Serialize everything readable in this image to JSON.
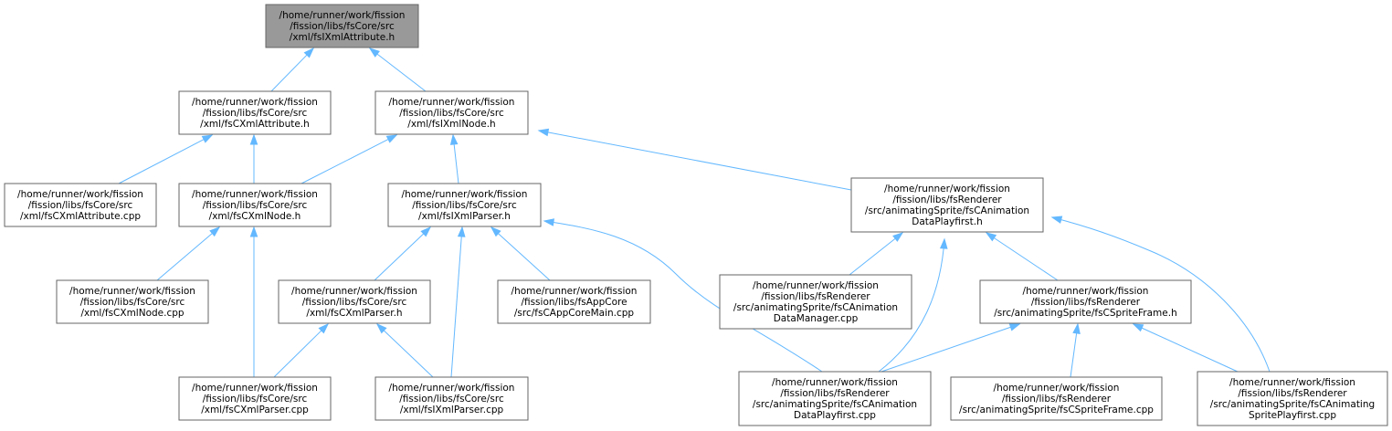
{
  "diagram": {
    "nodes": [
      {
        "id": "n0",
        "root": true,
        "lines": [
          "/home/runner/work/fission",
          "/fission/libs/fsCore/src",
          "/xml/fsIXmlAttribute.h"
        ]
      },
      {
        "id": "n1",
        "lines": [
          "/home/runner/work/fission",
          "/fission/libs/fsCore/src",
          "/xml/fsCXmlAttribute.h"
        ]
      },
      {
        "id": "n2",
        "lines": [
          "/home/runner/work/fission",
          "/fission/libs/fsCore/src",
          "/xml/fsIXmlNode.h"
        ]
      },
      {
        "id": "n3",
        "lines": [
          "/home/runner/work/fission",
          "/fission/libs/fsCore/src",
          "/xml/fsCXmlAttribute.cpp"
        ]
      },
      {
        "id": "n4",
        "lines": [
          "/home/runner/work/fission",
          "/fission/libs/fsCore/src",
          "/xml/fsCXmlNode.h"
        ]
      },
      {
        "id": "n5",
        "lines": [
          "/home/runner/work/fission",
          "/fission/libs/fsCore/src",
          "/xml/fsIXmlParser.h"
        ]
      },
      {
        "id": "n6",
        "lines": [
          "/home/runner/work/fission",
          "/fission/libs/fsRenderer",
          "/src/animatingSprite/fsCAnimation",
          "DataPlayfirst.h"
        ]
      },
      {
        "id": "n7",
        "lines": [
          "/home/runner/work/fission",
          "/fission/libs/fsCore/src",
          "/xml/fsCXmlNode.cpp"
        ]
      },
      {
        "id": "n8",
        "lines": [
          "/home/runner/work/fission",
          "/fission/libs/fsCore/src",
          "/xml/fsCXmlParser.h"
        ]
      },
      {
        "id": "n9",
        "lines": [
          "/home/runner/work/fission",
          "/fission/libs/fsAppCore",
          "/src/fsCAppCoreMain.cpp"
        ]
      },
      {
        "id": "n10",
        "lines": [
          "/home/runner/work/fission",
          "/fission/libs/fsRenderer",
          "/src/animatingSprite/fsCAnimation",
          "DataManager.cpp"
        ]
      },
      {
        "id": "n11",
        "lines": [
          "/home/runner/work/fission",
          "/fission/libs/fsRenderer",
          "/src/animatingSprite/fsCSpriteFrame.h"
        ]
      },
      {
        "id": "n12",
        "lines": [
          "/home/runner/work/fission",
          "/fission/libs/fsCore/src",
          "/xml/fsCXmlParser.cpp"
        ]
      },
      {
        "id": "n13",
        "lines": [
          "/home/runner/work/fission",
          "/fission/libs/fsCore/src",
          "/xml/fsIXmlParser.cpp"
        ]
      },
      {
        "id": "n14",
        "lines": [
          "/home/runner/work/fission",
          "/fission/libs/fsRenderer",
          "/src/animatingSprite/fsCAnimation",
          "DataPlayfirst.cpp"
        ]
      },
      {
        "id": "n15",
        "lines": [
          "/home/runner/work/fission",
          "/fission/libs/fsRenderer",
          "/src/animatingSprite/fsCSpriteFrame.cpp"
        ]
      },
      {
        "id": "n16",
        "lines": [
          "/home/runner/work/fission",
          "/fission/libs/fsRenderer",
          "/src/animatingSprite/fsCAnimating",
          "SpritePlayfirst.cpp"
        ]
      }
    ],
    "edges": [
      {
        "from": "n1",
        "to": "n0"
      },
      {
        "from": "n2",
        "to": "n0"
      },
      {
        "from": "n3",
        "to": "n1"
      },
      {
        "from": "n4",
        "to": "n1"
      },
      {
        "from": "n4",
        "to": "n2"
      },
      {
        "from": "n5",
        "to": "n2"
      },
      {
        "from": "n6",
        "to": "n2"
      },
      {
        "from": "n7",
        "to": "n4"
      },
      {
        "from": "n12",
        "to": "n4"
      },
      {
        "from": "n8",
        "to": "n5"
      },
      {
        "from": "n13",
        "to": "n5"
      },
      {
        "from": "n9",
        "to": "n5"
      },
      {
        "from": "n14",
        "to": "n5"
      },
      {
        "from": "n12",
        "to": "n8"
      },
      {
        "from": "n13",
        "to": "n8"
      },
      {
        "from": "n10",
        "to": "n6"
      },
      {
        "from": "n14",
        "to": "n6"
      },
      {
        "from": "n11",
        "to": "n6"
      },
      {
        "from": "n16",
        "to": "n6"
      },
      {
        "from": "n14",
        "to": "n11"
      },
      {
        "from": "n15",
        "to": "n11"
      },
      {
        "from": "n16",
        "to": "n11"
      }
    ]
  },
  "colors": {
    "edge": "#63b8ff",
    "node_border": "#666666",
    "root_fill": "#999999",
    "node_fill": "#ffffff"
  }
}
